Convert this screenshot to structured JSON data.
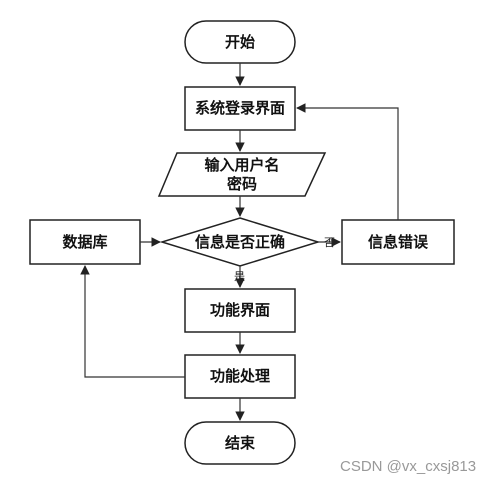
{
  "flowchart": {
    "start_label": "开始",
    "login_label": "系统登录界面",
    "input_label_line1": "输入用户名",
    "input_label_line2": "密码",
    "database_label": "数据库",
    "check_label": "信息是否正确",
    "error_label": "信息错误",
    "yes_label": "是",
    "no_label": "否",
    "function_ui_label": "功能界面",
    "function_process_label": "功能处理",
    "end_label": "结束"
  },
  "watermark": {
    "text": "CSDN @vx_cxsj813"
  }
}
